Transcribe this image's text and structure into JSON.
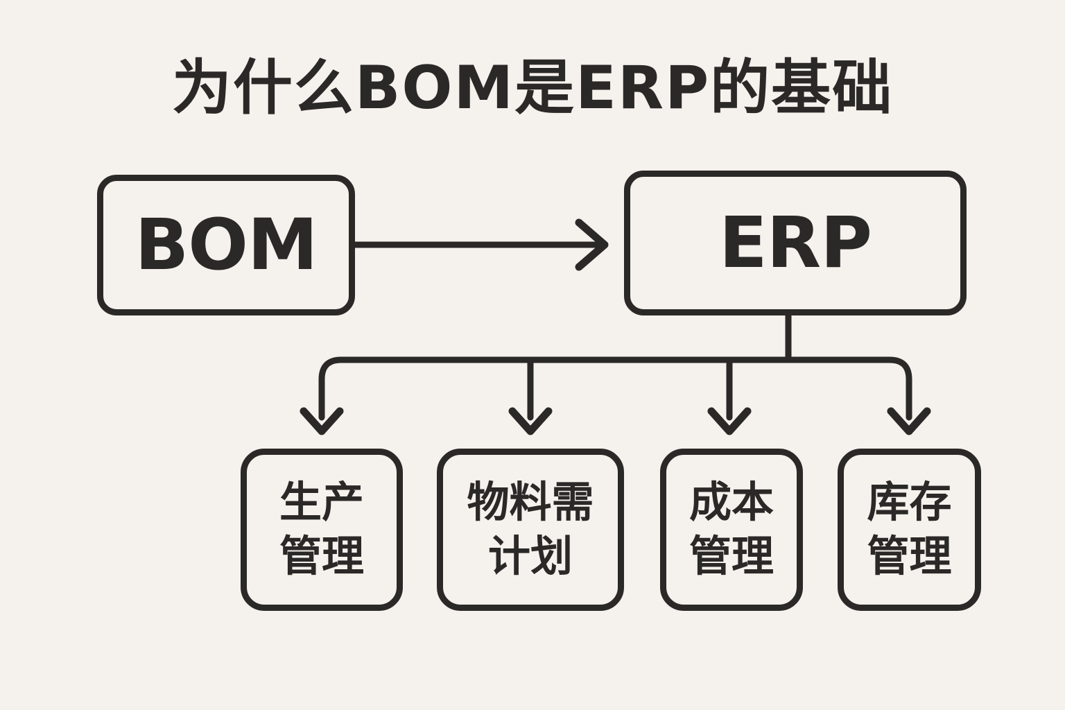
{
  "title": "为什么BOM是ERP的基础",
  "colors": {
    "background": "#f5f1ec",
    "ink": "#2a2927"
  },
  "diagram": {
    "bom": {
      "label": "BOM"
    },
    "erp": {
      "label": "ERP"
    },
    "children": [
      {
        "lines": [
          "生产",
          "管理"
        ]
      },
      {
        "lines": [
          "物料需",
          "计划"
        ]
      },
      {
        "lines": [
          "成本",
          "管理"
        ]
      },
      {
        "lines": [
          "库存",
          "管理"
        ]
      }
    ]
  }
}
